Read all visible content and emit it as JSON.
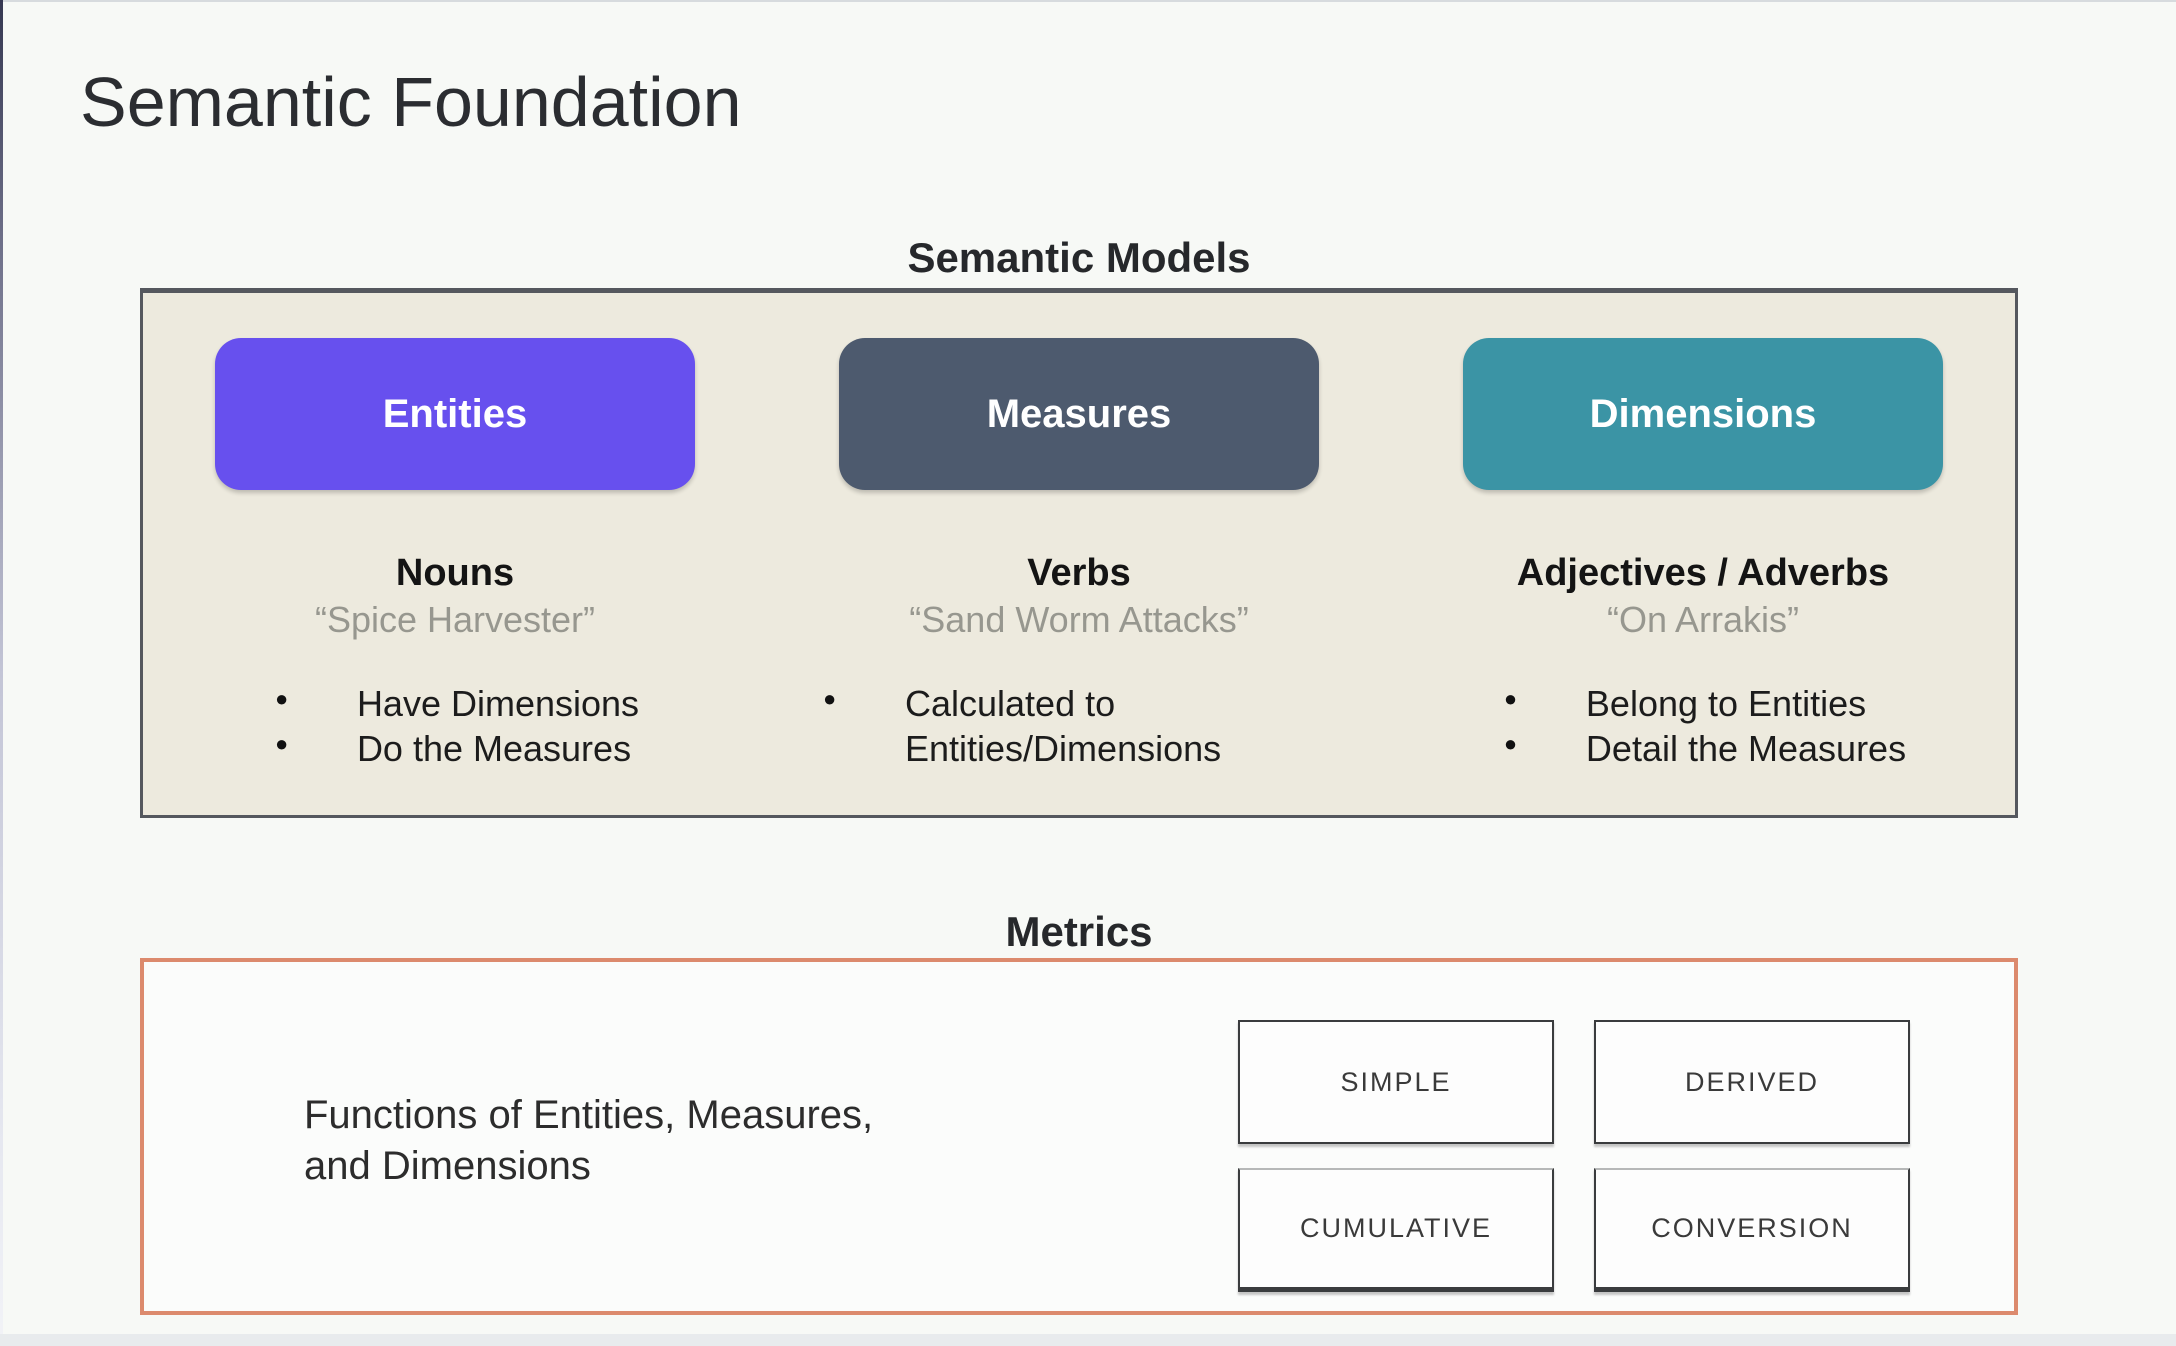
{
  "slide": {
    "title": "Semantic Foundation"
  },
  "semantic_models": {
    "heading": "Semantic Models",
    "columns": [
      {
        "button": "Entities",
        "button_color": "#6750ee",
        "role": "Nouns",
        "example": "“Spice Harvester”",
        "bullets": [
          "Have Dimensions",
          "Do the Measures"
        ]
      },
      {
        "button": "Measures",
        "button_color": "#4d5a6e",
        "role": "Verbs",
        "example": "“Sand Worm Attacks”",
        "bullets": [
          "Calculated to Entities/Dimensions"
        ]
      },
      {
        "button": "Dimensions",
        "button_color": "#3b94a5",
        "role": "Adjectives / Adverbs",
        "example": "“On Arrakis”",
        "bullets": [
          "Belong to Entities",
          "Detail the Measures"
        ]
      }
    ]
  },
  "metrics": {
    "heading": "Metrics",
    "description_line1": "Functions of Entities, Measures,",
    "description_line2": "and Dimensions",
    "types": [
      "SIMPLE",
      "DERIVED",
      "CUMULATIVE",
      "CONVERSION"
    ]
  },
  "colors": {
    "page_background": "#f7f9f6",
    "panel_beige": "#edeade",
    "panel_border_gray": "#55585e",
    "metrics_border_salmon": "#dc8a6d",
    "entities_purple": "#6750ee",
    "measures_slate": "#4d5a6e",
    "dimensions_teal": "#3b94a5",
    "quote_gray": "#97978f"
  }
}
